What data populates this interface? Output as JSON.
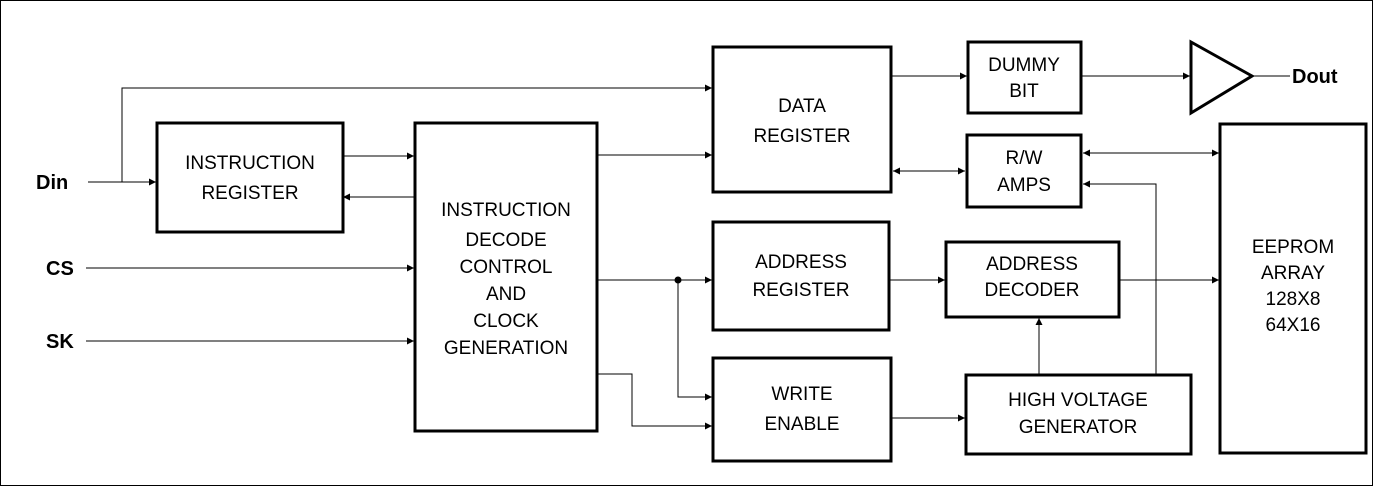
{
  "blocks": {
    "instruction_register": [
      "INSTRUCTION",
      "REGISTER"
    ],
    "instruction_decode": [
      "INSTRUCTION",
      "DECODE",
      "CONTROL",
      "AND",
      "CLOCK",
      "GENERATION"
    ],
    "data_register": [
      "DATA",
      "REGISTER"
    ],
    "dummy_bit": [
      "DUMMY",
      "BIT"
    ],
    "rw_amps": [
      "R/W",
      "AMPS"
    ],
    "address_register": [
      "ADDRESS",
      "REGISTER"
    ],
    "address_decoder": [
      "ADDRESS",
      "DECODER"
    ],
    "write_enable": [
      "WRITE",
      "ENABLE"
    ],
    "high_voltage_generator": [
      "HIGH VOLTAGE",
      "GENERATOR"
    ],
    "eeprom_array": [
      "EEPROM",
      "ARRAY",
      "128X8",
      "64X16"
    ]
  },
  "pins": {
    "din": "Din",
    "cs": "CS",
    "sk": "SK",
    "dout": "Dout"
  }
}
